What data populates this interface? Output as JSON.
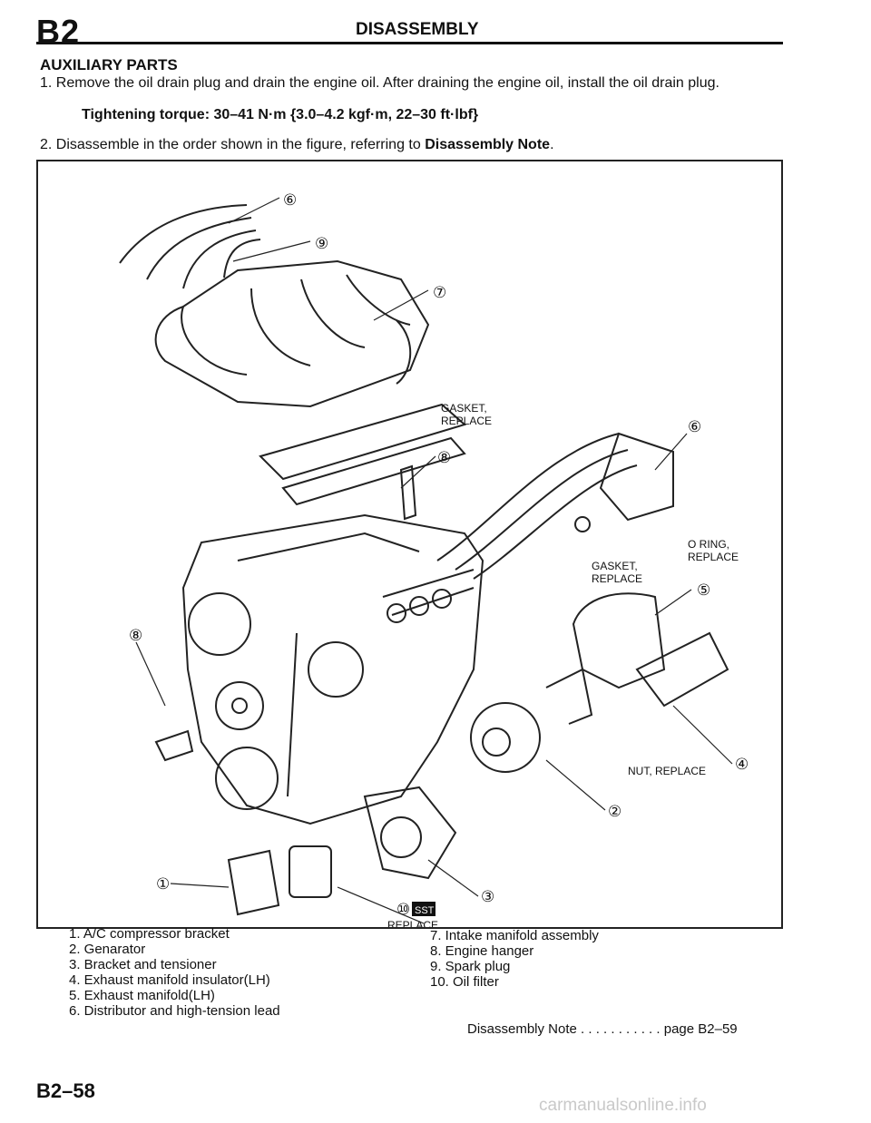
{
  "header": {
    "section_code": "B2",
    "title": "DISASSEMBLY"
  },
  "section": {
    "heading": "AUXILIARY PARTS",
    "step1": "1. Remove the oil drain plug and drain the engine oil. After draining the engine oil, install the oil drain plug.",
    "torque": "Tightening torque: 30–41 N·m {3.0–4.2 kgf·m, 22–30 ft·lbf}",
    "step2_prefix": "2. Disassemble in the order shown in the figure, referring to ",
    "step2_bold": "Disassembly Note",
    "step2_suffix": "."
  },
  "figure": {
    "callouts": [
      "⑥",
      "⑨",
      "⑦",
      "⑧",
      "⑥",
      "⑤",
      "⑧",
      "④",
      "②",
      "③",
      "①",
      "⑩"
    ],
    "labels": {
      "gasket_replace_top_1": "GASKET,",
      "gasket_replace_top_2": "REPLACE",
      "o_ring_1": "O RING,",
      "o_ring_2": "REPLACE",
      "gasket_replace_mid_1": "GASKET,",
      "gasket_replace_mid_2": "REPLACE",
      "nut_replace": "NUT, REPLACE",
      "sst": "SST",
      "replace_bottom": "REPLACE"
    }
  },
  "legend": {
    "left": [
      "1. A/C compressor bracket",
      "2. Genarator",
      "3. Bracket and tensioner",
      "4. Exhaust manifold insulator(LH)",
      "5. Exhaust manifold(LH)",
      "6. Distributor and high-tension lead"
    ],
    "right": [
      "7. Intake manifold assembly",
      "8. Engine hanger",
      "9. Spark plug",
      "10. Oil filter"
    ],
    "reference": "Disassembly Note . . . . . . . . . . .  page B2–59"
  },
  "footer": {
    "page_number": "B2–58",
    "watermark": "carmanualsonline.info"
  }
}
